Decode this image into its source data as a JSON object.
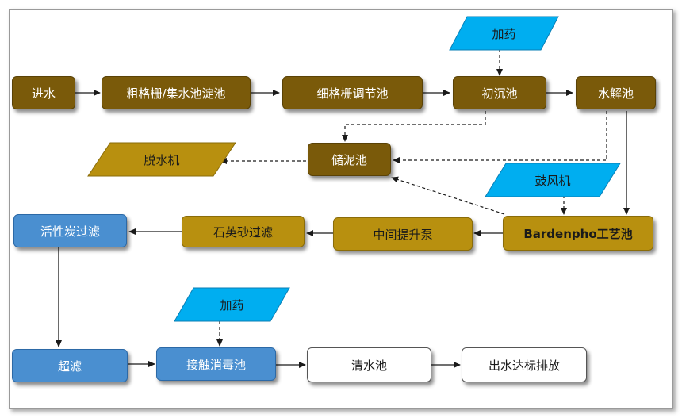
{
  "nodes": {
    "inflow": "进水",
    "coarse_screen": "粗格栅/集水池淀池",
    "fine_screen": "细格栅调节池",
    "primary_settling": "初沉池",
    "hydrolysis": "水解池",
    "dosing_top": "加药",
    "sludge_tank": "储泥池",
    "dewatering": "脱水机",
    "blower": "鼓风机",
    "bardenpho": "Bardenpho工艺池",
    "lift_pump": "中间提升泵",
    "quartz_filter": "石英砂过滤",
    "carbon_filter": "活性炭过滤",
    "ultrafiltration": "超滤",
    "dosing_bottom": "加药",
    "disinfection": "接触消毒池",
    "clear_water": "清水池",
    "discharge": "出水达标排放"
  },
  "colors": {
    "brown": "#7a5a0a",
    "gold": "#b8900f",
    "blue": "#4a8fd0",
    "cyan": "#00aef0"
  }
}
